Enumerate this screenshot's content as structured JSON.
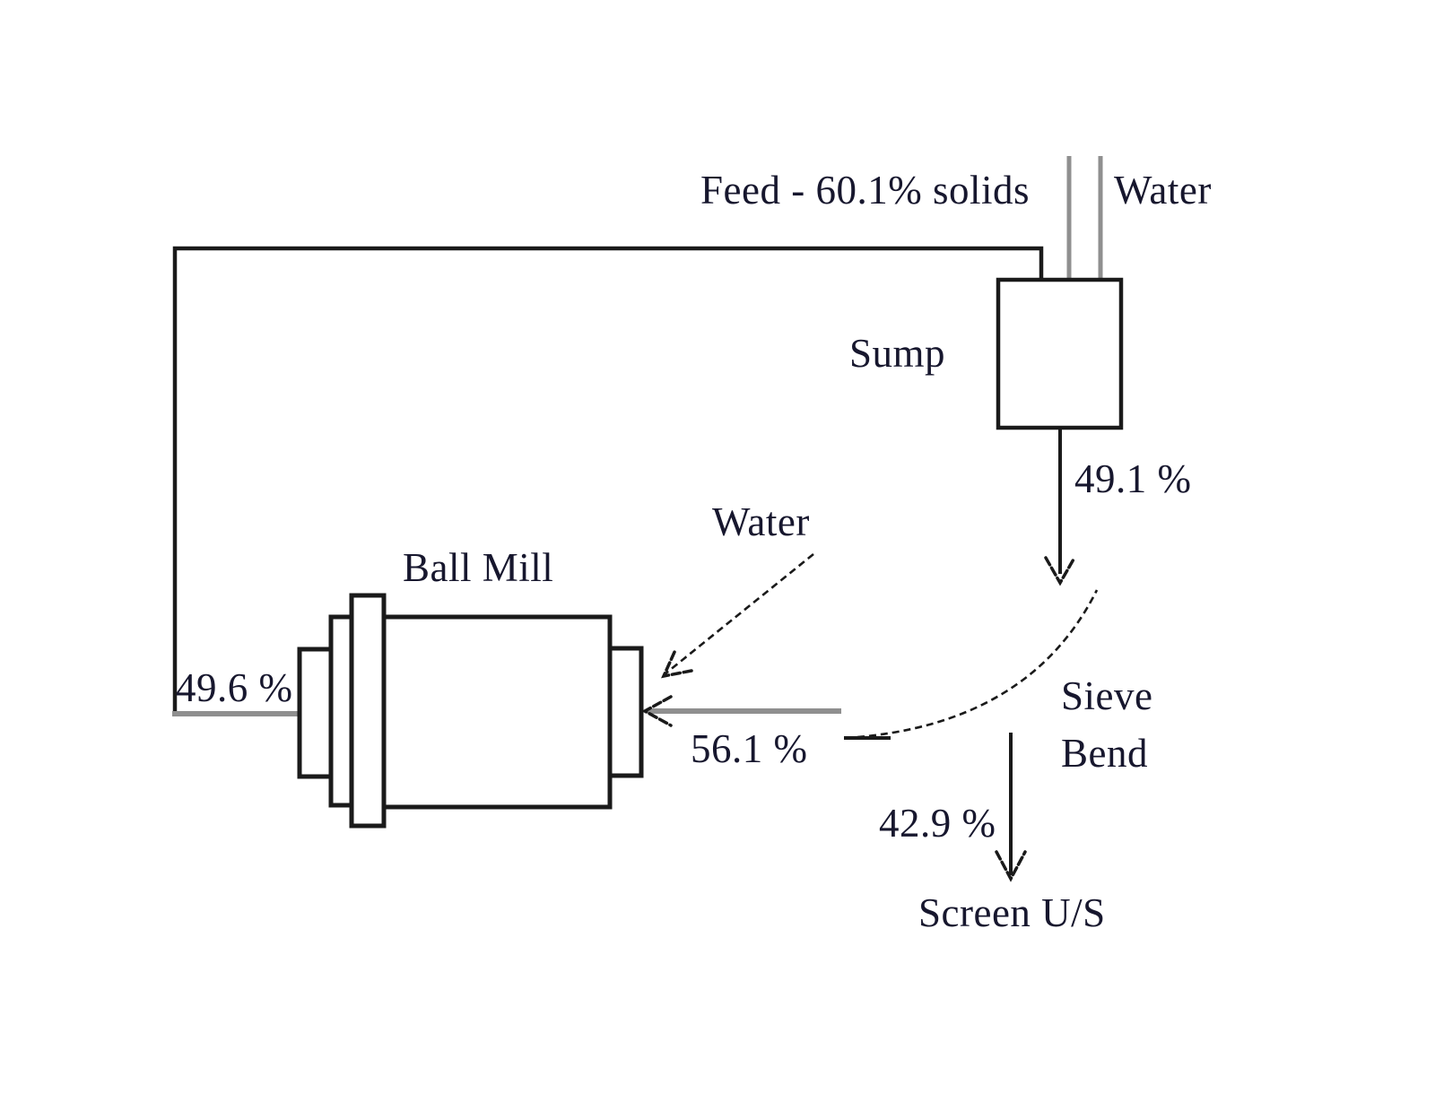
{
  "diagram": {
    "equipment": {
      "sump_label": "Sump",
      "ball_mill_label": "Ball Mill",
      "sieve_bend_line1": "Sieve",
      "sieve_bend_line2": "Bend"
    },
    "streams": {
      "feed_label": "Feed - 60.1% solids",
      "water_to_sump_label": "Water",
      "sump_discharge_pct": "49.1 %",
      "water_to_mill_label": "Water",
      "mill_recycle_pct": "49.6 %",
      "mill_feed_pct": "56.1 %",
      "screen_undersize_pct": "42.9 %",
      "screen_us_label": "Screen U/S"
    },
    "colors": {
      "equipment_line": "#1a1a1a",
      "stream_line": "#8f8f8f",
      "text": "#17172e",
      "background": "#ffffff"
    }
  }
}
